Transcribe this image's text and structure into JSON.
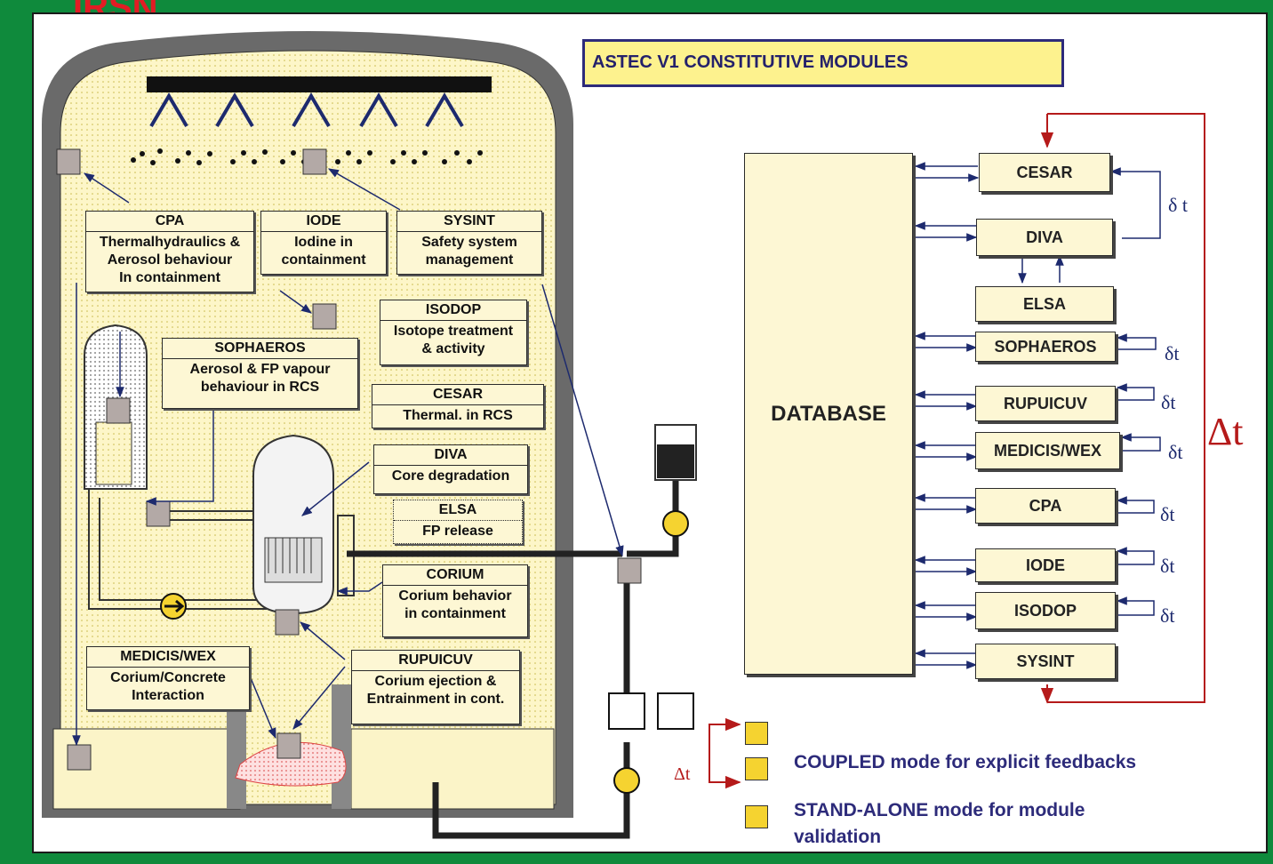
{
  "title": "ASTEC V1 CONSTITUTIVE MODULES",
  "containment_boxes": {
    "cpa": {
      "head": "CPA",
      "body": [
        "Thermalhydraulics &",
        "Aerosol behaviour",
        "In containment"
      ]
    },
    "iode": {
      "head": "IODE",
      "body": [
        "Iodine in",
        "containment"
      ]
    },
    "sysint": {
      "head": "SYSINT",
      "body": [
        "Safety system",
        "management"
      ]
    },
    "isodop": {
      "head": "ISODOP",
      "body": [
        "Isotope treatment",
        "& activity"
      ]
    },
    "sophaeros": {
      "head": "SOPHAEROS",
      "body": [
        "Aerosol & FP vapour",
        "behaviour in RCS"
      ]
    },
    "cesar": {
      "head": "CESAR",
      "body": [
        "Thermal. in RCS"
      ]
    },
    "diva": {
      "head": "DIVA",
      "body": [
        "Core degradation"
      ]
    },
    "elsa": {
      "head": "ELSA",
      "body": [
        "FP release"
      ]
    },
    "corium": {
      "head": "CORIUM",
      "body": [
        "Corium behavior",
        "in containment"
      ]
    },
    "medicis": {
      "head": "MEDICIS/WEX",
      "body": [
        "Corium/Concrete",
        "Interaction"
      ]
    },
    "rupuicuv": {
      "head": "RUPUICUV",
      "body": [
        "Corium ejection &",
        "Entrainment in cont."
      ]
    }
  },
  "database_label": "DATABASE",
  "modules": [
    "CESAR",
    "DIVA",
    "ELSA",
    "SOPHAEROS",
    "RUPUICUV",
    "MEDICIS/WEX",
    "CPA",
    "IODE",
    "ISODOP",
    "SYSINT"
  ],
  "delta_small": "δ t",
  "delta_t": "δt",
  "delta_big": "Δt",
  "delta_legend": "Δt",
  "legend": {
    "coupled": "COUPLED mode for explicit feedbacks",
    "standalone_1": "STAND-ALONE mode for module",
    "standalone_2": "validation"
  },
  "logo_text": "IRSN",
  "colors": {
    "frame": "#0f8a3c",
    "box_fill": "#fdf7d4",
    "title_fill": "#fdf28e",
    "accent_red": "#b51a1a",
    "navy": "#2d2b7a"
  }
}
